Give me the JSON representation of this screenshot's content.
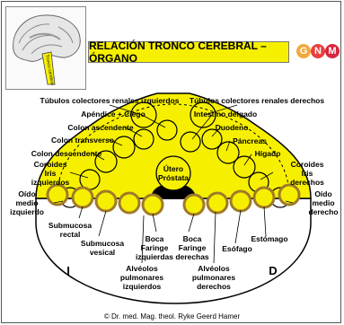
{
  "title": "RELACIÓN TRONCO CEREBRAL – ÓRGANO",
  "logo_letters": [
    "G",
    "N",
    "M"
  ],
  "logo_colors": [
    "#f2a93b",
    "#e8413e",
    "#d7263d"
  ],
  "brain_label": "Tronco cerebral",
  "center_label": {
    "line1": "Útero",
    "line2": "Próstata"
  },
  "labels": {
    "tubulos_izq": "Túbulos colectores renales izquierdos",
    "tubulos_der": "Túbulos colectores renales derechos",
    "apendice": "Apéndice + Ciego",
    "intestino": "Intestino delgado",
    "colon_asc": "Colon ascendente",
    "duodeno": "Duodeno",
    "colon_trans": "Colon transverso",
    "pancreas": "Páncreas",
    "colon_desc": "Colon descendente",
    "higado": "Hígado",
    "coroides_izq": [
      "Coroides",
      "Iris",
      "izquierdos"
    ],
    "coroides_der": [
      "Coroides",
      "Iris",
      "derechos"
    ],
    "oido_izq": [
      "Oído",
      "medio",
      "izquierdo"
    ],
    "oido_der": [
      "Oído",
      "medio",
      "derecho"
    ],
    "submucosa_rectal": [
      "Submucosa",
      "rectal"
    ],
    "submucosa_vesical": [
      "Submucosa",
      "vesical"
    ],
    "boca_izq": [
      "Boca",
      "Faringe",
      "izquierdas"
    ],
    "boca_der": [
      "Boca",
      "Faringe",
      "derechas"
    ],
    "estomago": "Estómago",
    "esofago": "Esófago",
    "alveolos_izq": [
      "Alvéolos",
      "pulmonares",
      "izquierdos"
    ],
    "alveolos_der": [
      "Alvéolos",
      "pulmonares",
      "derechos"
    ],
    "side_left": "I",
    "side_right": "D"
  },
  "credit": "© Dr. med. Mag. theol. Ryke Geerd Hamer",
  "colors": {
    "yellow": "#f6f000",
    "ring_brown": "#a07a2a",
    "black": "#000000"
  }
}
